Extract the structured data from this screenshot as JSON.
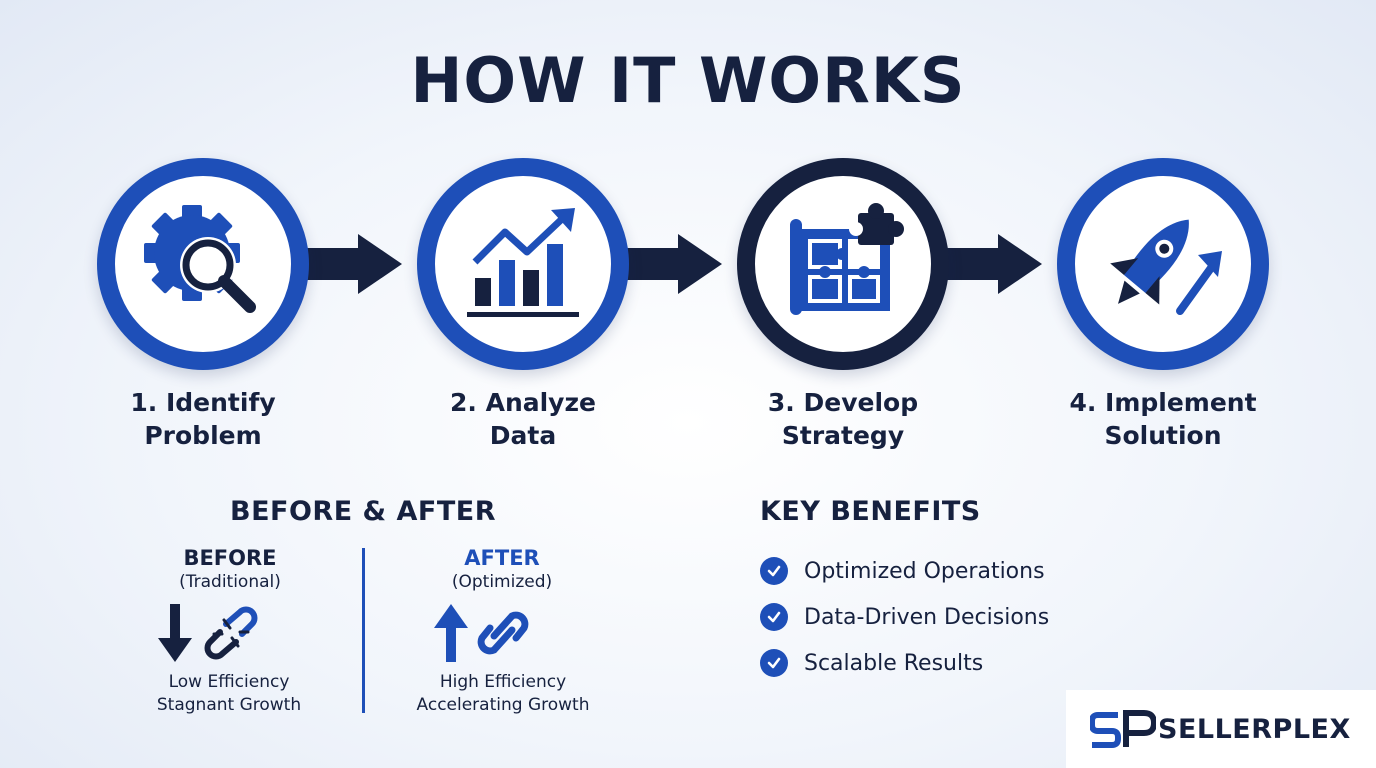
{
  "title": "HOW IT WORKS",
  "steps": [
    {
      "line1": "1. Identify",
      "line2": "Problem",
      "icon": "gear-search-icon"
    },
    {
      "line1": "2. Analyze",
      "line2": "Data",
      "icon": "growth-chart-icon"
    },
    {
      "line1": "3. Develop",
      "line2": "Strategy",
      "icon": "puzzle-blueprint-icon"
    },
    {
      "line1": "4. Implement",
      "line2": "Solution",
      "icon": "rocket-icon"
    }
  ],
  "before_after": {
    "heading": "BEFORE & AFTER",
    "before": {
      "title": "BEFORE",
      "subtitle": "(Traditional)",
      "line1": "Low Efficiency",
      "line2": "Stagnant Growth",
      "icons": [
        "down-arrow-icon",
        "broken-chain-icon"
      ]
    },
    "after": {
      "title": "AFTER",
      "subtitle": "(Optimized)",
      "line1": "High Efficiency",
      "line2": "Accelerating Growth",
      "icons": [
        "up-arrow-icon",
        "chain-link-icon"
      ]
    }
  },
  "benefits": {
    "heading": "KEY BENEFITS",
    "items": [
      "Optimized Operations",
      "Data-Driven Decisions",
      "Scalable Results"
    ]
  },
  "logo": {
    "text": "SELLERPLEX",
    "mark": "SP"
  },
  "colors": {
    "navy": "#16213f",
    "blue": "#1e4fb8",
    "background": "#eef3fa"
  }
}
